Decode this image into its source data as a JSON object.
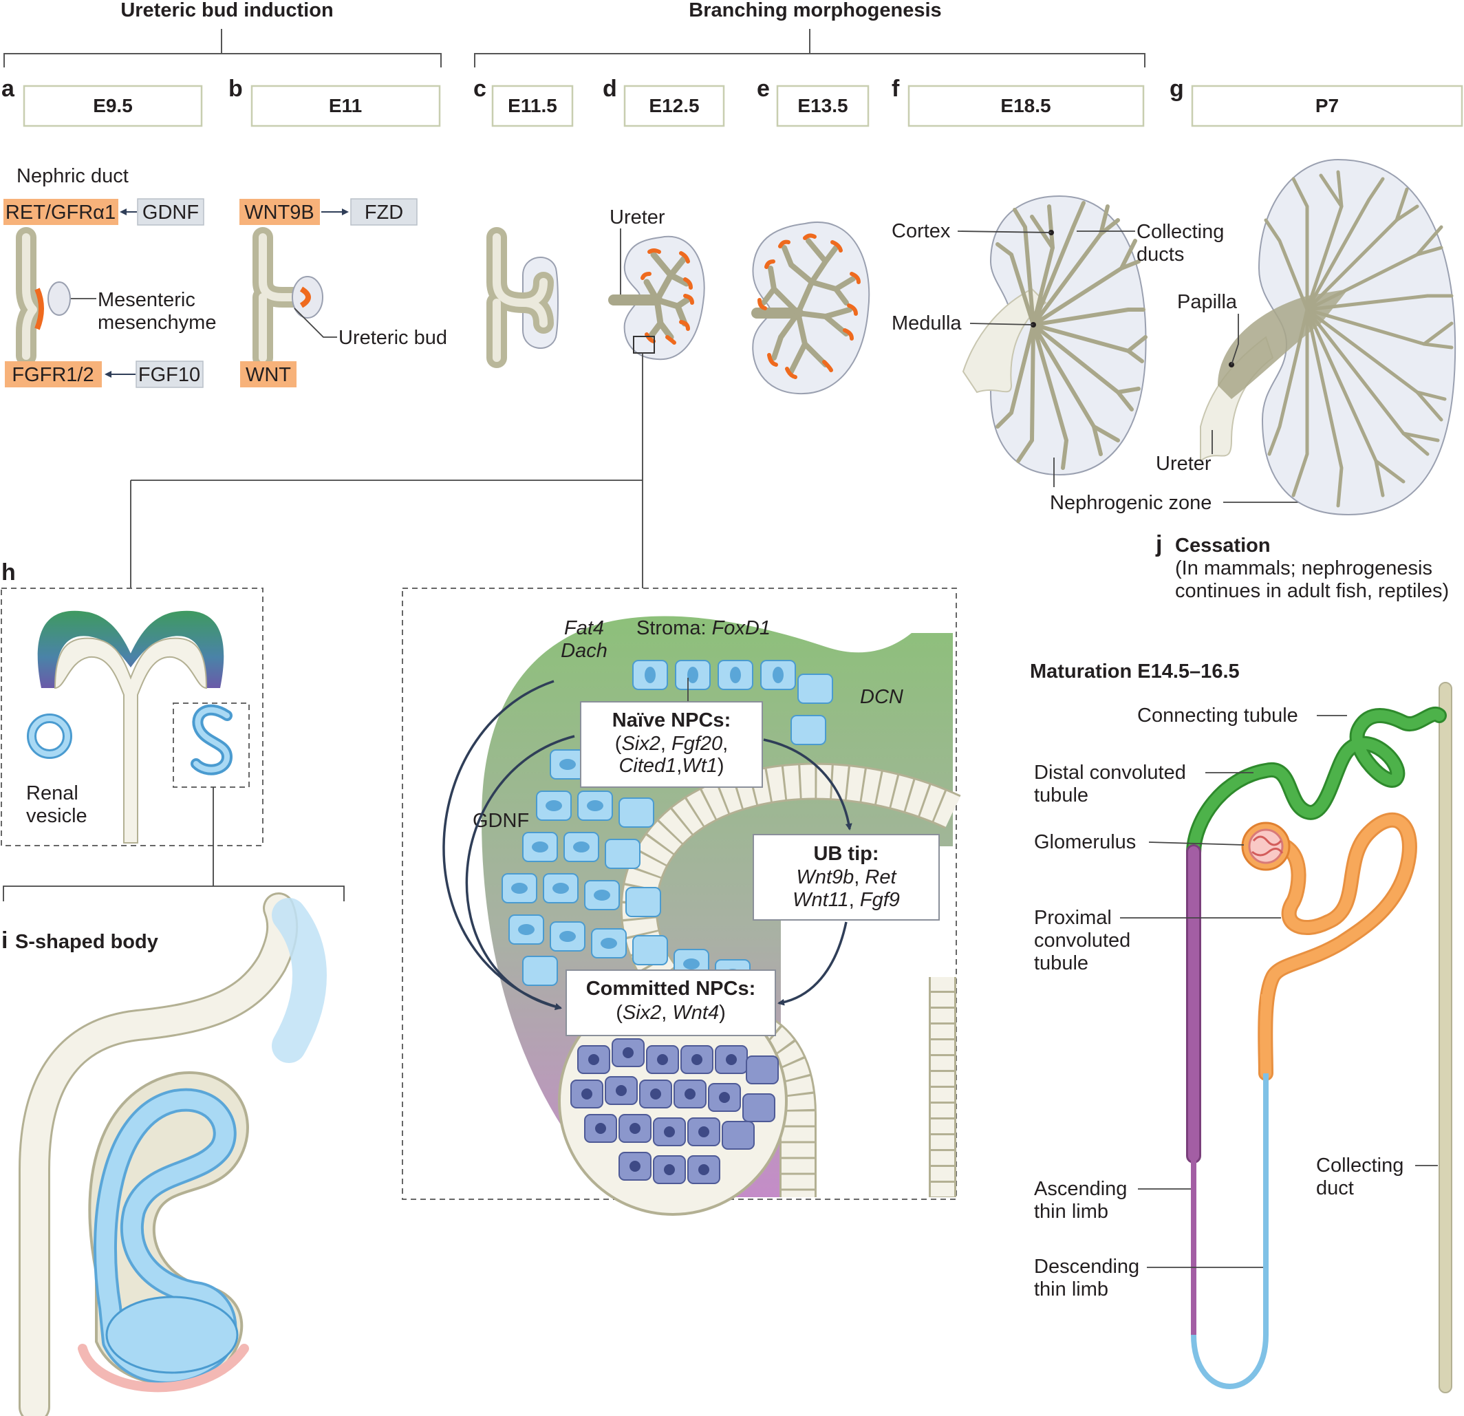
{
  "headers": {
    "induction": "Ureteric bud induction",
    "branching": "Branching morphogenesis"
  },
  "panels": [
    {
      "letter": "a",
      "stage": "E9.5"
    },
    {
      "letter": "b",
      "stage": "E11"
    },
    {
      "letter": "c",
      "stage": "E11.5"
    },
    {
      "letter": "d",
      "stage": "E12.5"
    },
    {
      "letter": "e",
      "stage": "E13.5"
    },
    {
      "letter": "f",
      "stage": "E18.5"
    },
    {
      "letter": "g",
      "stage": "P7"
    }
  ],
  "panel_a": {
    "nephric_duct": "Nephric duct",
    "ret": "RET/GFRα1",
    "gdnf": "GDNF",
    "mes1": "Mesenteric",
    "mes2": "mesenchyme",
    "fgfr": "FGFR1/2",
    "fgf10": "FGF10"
  },
  "panel_b": {
    "wnt9b": "WNT9B",
    "fzd": "FZD",
    "ub": "Ureteric bud",
    "wnt": "WNT"
  },
  "panel_d": {
    "ureter": "Ureter"
  },
  "panel_f": {
    "cortex": "Cortex",
    "cd1": "Collecting",
    "cd2": "ducts",
    "medulla": "Medulla",
    "nz": "Nephrogenic zone"
  },
  "panel_g": {
    "papilla": "Papilla",
    "ureter": "Ureter"
  },
  "panel_j": {
    "letter": "j",
    "title": "Cessation",
    "line1": "(In mammals; nephrogenesis",
    "line2": "continues in adult fish, reptiles)"
  },
  "panel_h": {
    "letter": "h",
    "rv1": "Renal",
    "rv2": "vesicle"
  },
  "panel_i": {
    "letter": "i",
    "title": "S-shaped body"
  },
  "niche": {
    "stroma_pre": "Stroma: ",
    "stroma_gene": "FoxD1",
    "fat4": "Fat4",
    "dach": "Dach",
    "dcn": "DCN",
    "gdnf": "GDNF",
    "naive_title": "Naïve NPCs:",
    "naive_l1a": "(",
    "naive_l1b": "Six2",
    "naive_l1c": ", ",
    "naive_l1d": "Fgf20",
    "naive_l1e": ",",
    "naive_l2a": "Cited1",
    "naive_l2b": ",",
    "naive_l2c": "Wt1",
    "naive_l2d": ")",
    "ub_title": "UB tip:",
    "ub_l1a": "Wnt9b",
    "ub_l1b": ", ",
    "ub_l1c": "Ret",
    "ub_l2a": "Wnt11",
    "ub_l2b": ", ",
    "ub_l2c": "Fgf9",
    "com_title": "Committed NPCs:",
    "com_l1a": "(",
    "com_l1b": "Six2",
    "com_l1c": ", ",
    "com_l1d": "Wnt4",
    "com_l1e": ")"
  },
  "maturation": {
    "title": "Maturation E14.5–16.5",
    "connecting": "Connecting tubule",
    "dct1": "Distal convoluted",
    "dct2": "tubule",
    "glom": "Glomerulus",
    "pct1": "Proximal",
    "pct2": "convoluted",
    "pct3": "tubule",
    "asc1": "Ascending",
    "asc2": "thin limb",
    "desc1": "Descending",
    "desc2": "thin limb",
    "cd1": "Collecting",
    "cd2": "duct"
  },
  "colors": {
    "signal_orange": "#f7b27a",
    "tip_orange": "#ef6a1e",
    "npc_blue": "#a9d9f4",
    "committed_purple": "#8b97cc",
    "stroma_green": "#8dc07a",
    "dct_green": "#4db24a",
    "pct_orange": "#f7a85a",
    "asc_purple": "#a35ea4",
    "desc_blue": "#7fc1e6",
    "cd_khaki": "#d8d4b4"
  }
}
